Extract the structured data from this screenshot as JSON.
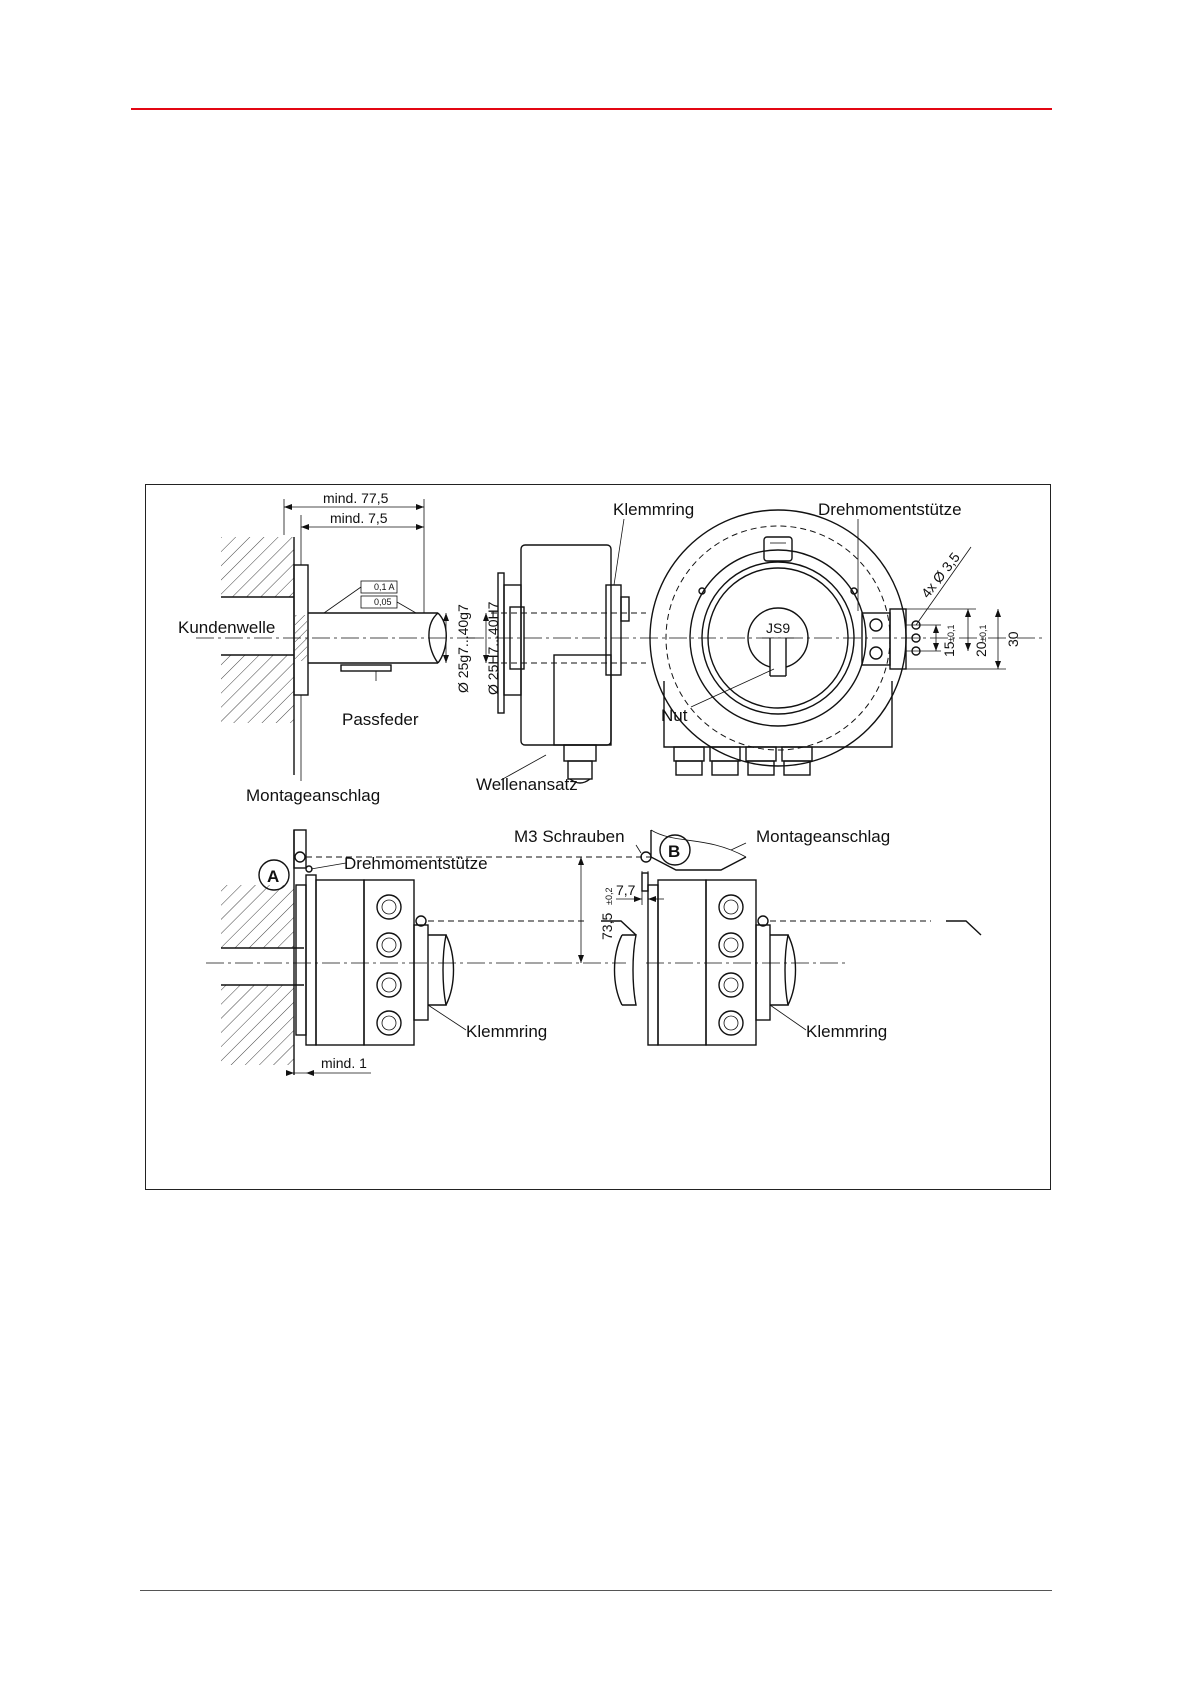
{
  "colors": {
    "header_rule": "#e30613",
    "line": "#111111"
  },
  "drawing": {
    "labels": {
      "kundenwelle": "Kundenwelle",
      "passfeder": "Passfeder",
      "montageanschlag_top": "Montageanschlag",
      "klemmring_top": "Klemmring",
      "drehmomentstuetze_top": "Drehmomentstütze",
      "nut": "Nut",
      "wellenansatz": "Wellenansatz",
      "m3_schrauben": "M3 Schrauben",
      "montageanschlag_b": "Montageanschlag",
      "drehmomentstuetze_a": "Drehmomentstütze",
      "klemmring_a": "Klemmring",
      "klemmring_b": "Klemmring",
      "callout_a": "A",
      "callout_b": "B",
      "keyway": "JS9"
    },
    "dimensions": {
      "mind_77_5": "mind. 77,5",
      "mind_7_5": "mind. 7,5",
      "mind_1": "mind. 1",
      "shaft_dia": "Ø 25g7...40g7",
      "bore_dia": "Ø 25H7...40H7",
      "holes": "4x Ø 3,5",
      "d15": "15",
      "d15_tol": "±0,1",
      "d20": "20",
      "d20_tol": "±0,1",
      "d30": "30",
      "d73_5": "73,5",
      "d73_5_tol": "±0,2",
      "d7_7": "7,7",
      "tol_runout": "0,1 A",
      "tol_flat": "0,05"
    }
  }
}
